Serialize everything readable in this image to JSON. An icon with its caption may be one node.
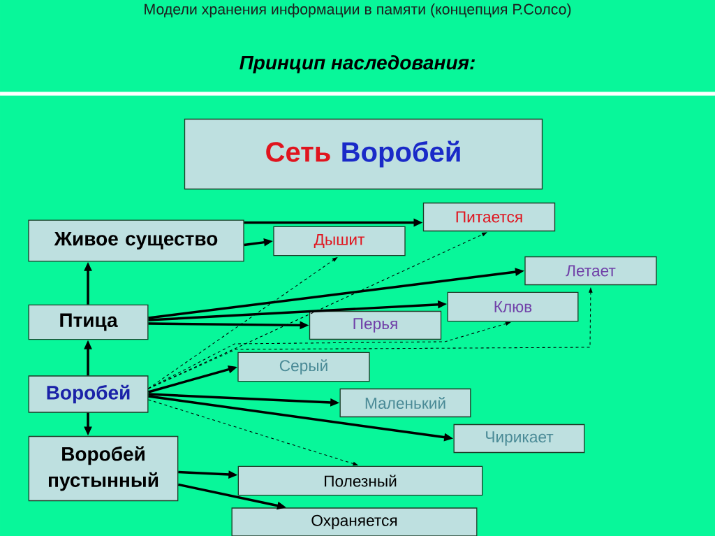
{
  "diagram": {
    "title": "Модели хранения информации в памяти (концепция Р.Солсо)",
    "nodes": [
      {
        "text": [
          "Сеть",
          "Воробей"
        ]
      },
      {
        "text": [
          "Живое существо"
        ]
      },
      {
        "text": [
          "Дышит"
        ]
      },
      {
        "text": [
          "Питается"
        ]
      },
      {
        "text": [
          "Птица"
        ]
      },
      {
        "text": [
          "Летает"
        ]
      },
      {
        "text": [
          "Клюв"
        ]
      },
      {
        "text": [
          "Перья"
        ]
      },
      {
        "text": [
          "Воробей"
        ]
      },
      {
        "text": [
          "Серый"
        ]
      },
      {
        "text": [
          "Маленький"
        ]
      },
      {
        "text": [
          "Чирикает"
        ]
      },
      {
        "text": [
          "Воробей пустынный"
        ]
      },
      {
        "text": [
          "Полезный"
        ]
      },
      {
        "text": [
          "Охраняется"
        ]
      }
    ],
    "edges": [
      {
        "from": 1,
        "to": 2,
        "arrow": "to"
      },
      {
        "from": 1,
        "to": 3,
        "arrow": "to"
      },
      {
        "from": 4,
        "to": 1,
        "arrow": "to"
      },
      {
        "from": 4,
        "to": 5,
        "arrow": "to"
      },
      {
        "from": 4,
        "to": 6,
        "arrow": "to"
      },
      {
        "from": 4,
        "to": 7,
        "arrow": "to"
      },
      {
        "from": 8,
        "to": 4,
        "arrow": "to"
      },
      {
        "from": 8,
        "to": 12,
        "arrow": "to"
      },
      {
        "from": 8,
        "to": 9,
        "arrow": "to"
      },
      {
        "from": 8,
        "to": 10,
        "arrow": "to"
      },
      {
        "from": 8,
        "to": 11,
        "arrow": "to"
      },
      {
        "from": 8,
        "to": 2,
        "arrow": "to",
        "style": "dashed"
      },
      {
        "from": 8,
        "to": 3,
        "arrow": "to",
        "style": "dashed"
      },
      {
        "from": 8,
        "to": 6,
        "arrow": "to",
        "style": "dashed"
      },
      {
        "from": 8,
        "to": 5,
        "arrow": "to",
        "style": "dashed"
      },
      {
        "from": 8,
        "to": 13,
        "arrow": "to",
        "style": "dashed"
      },
      {
        "from": 12,
        "to": 13,
        "arrow": "to"
      },
      {
        "from": 12,
        "to": 14,
        "arrow": "to"
      }
    ],
    "labels": [
      "Принцип наследования:"
    ]
  }
}
